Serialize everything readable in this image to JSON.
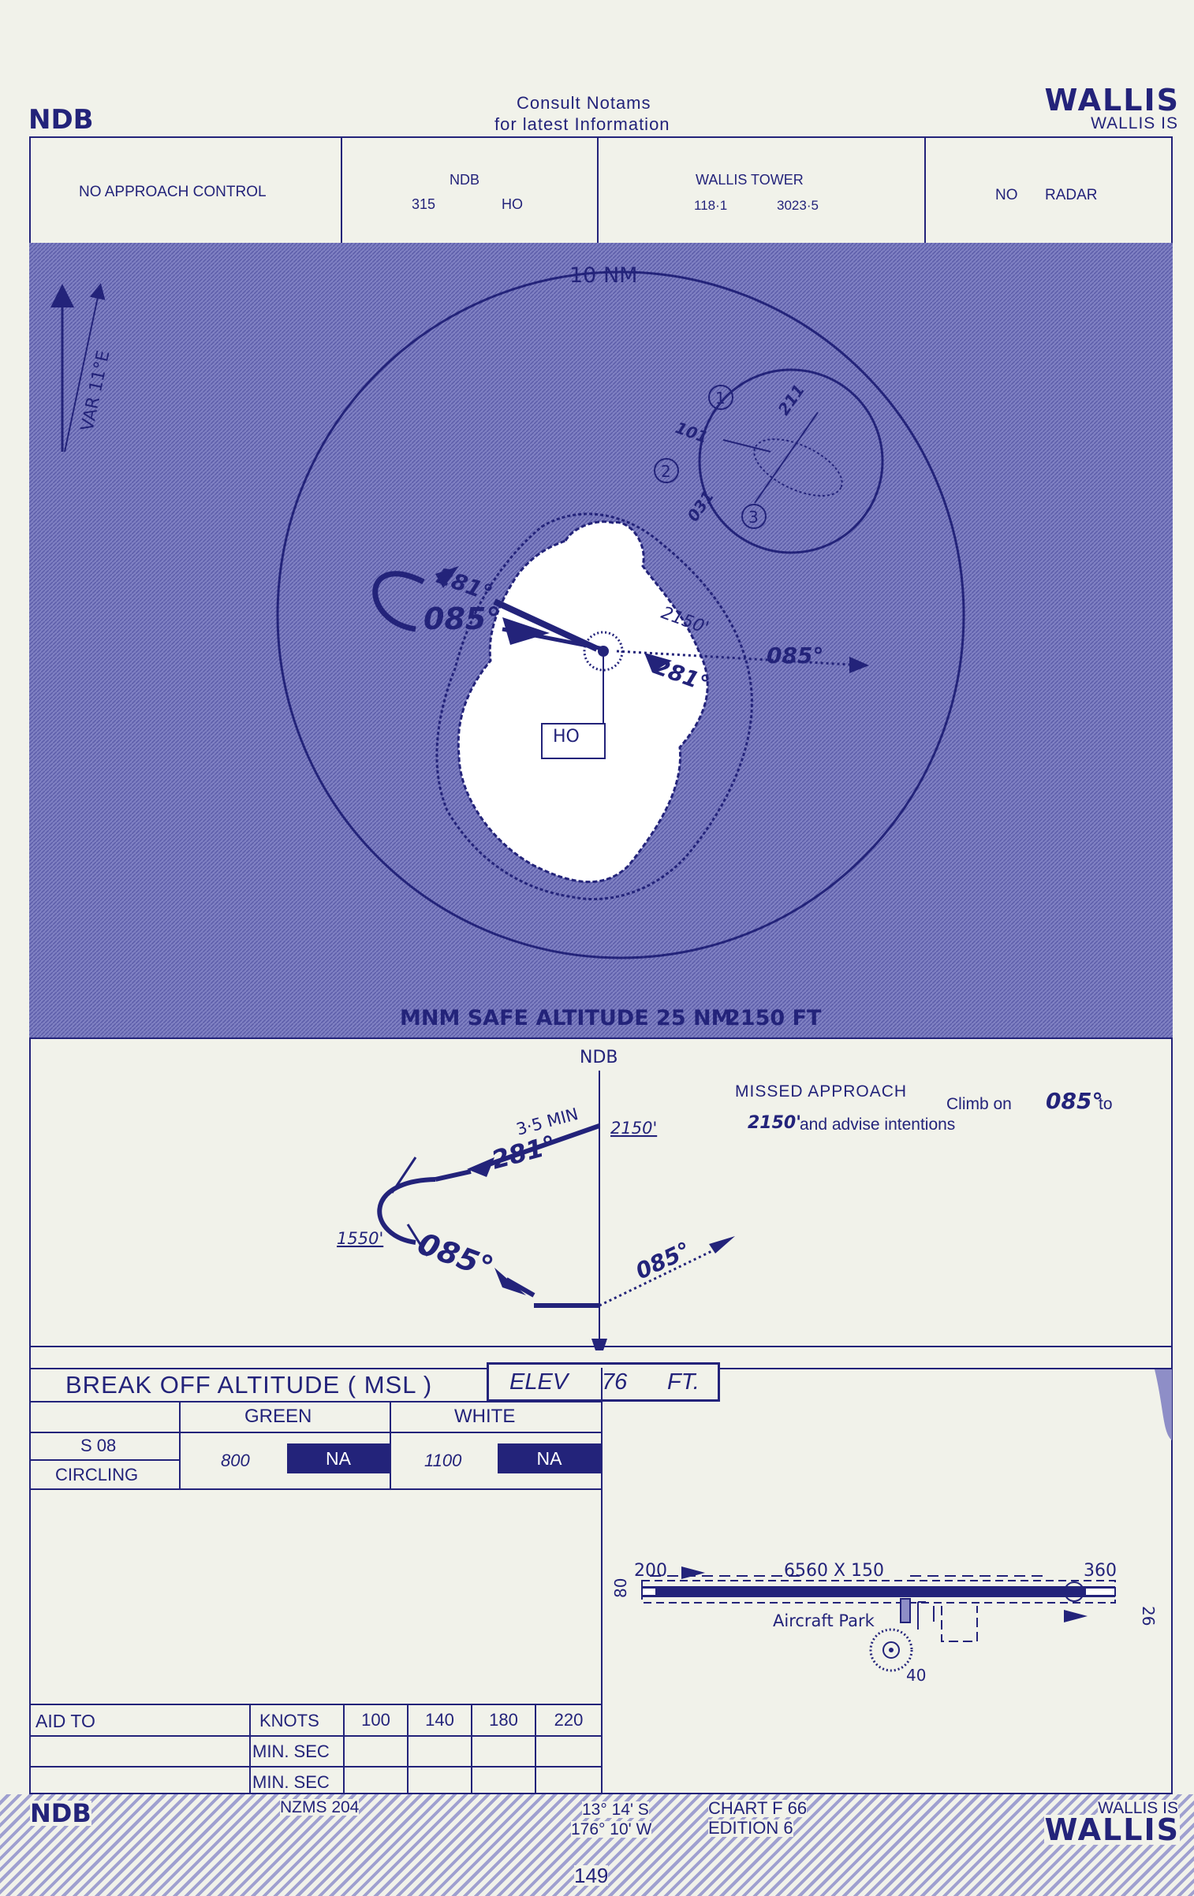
{
  "header": {
    "left_type": "NDB",
    "notice_line1": "Consult  Notams",
    "notice_line2": "for latest Information",
    "title": "WALLIS",
    "subtitle": "WALLIS IS"
  },
  "comms": {
    "approach": "NO  APPROACH  CONTROL",
    "ndb_label": "NDB",
    "ndb_freq": "315",
    "ndb_ident": "HO",
    "tower_label": "WALLIS TOWER",
    "tower_freq1": "118·1",
    "tower_freq2": "3023·5",
    "radar_no": "NO",
    "radar": "RADAR"
  },
  "plan": {
    "range_label": "10 NM",
    "var_label": "VAR 11°E",
    "msa": "MNM SAFE ALTITUDE 25 NM",
    "msa_alt": "2150 FT",
    "ndb_box": "HO",
    "inbound": "085°",
    "outbound": "281°",
    "outbound_lower": "281°",
    "missed": "085°",
    "alt": "2150'",
    "hold_in": "101",
    "hold_out": "211",
    "hold_031": "031",
    "entry1": "1",
    "entry2": "2",
    "entry3": "3"
  },
  "profile": {
    "ndb": "NDB",
    "outbound": "281°",
    "time": "3·5 MIN",
    "alt_top": "2150'",
    "alt_turn": "1550'",
    "inbound": "085°",
    "missed_track": "085°",
    "missed_title": "MISSED  APPROACH",
    "missed_climb": "Climb on",
    "missed_hdg": "085°",
    "missed_to": "to",
    "missed_alt": "2150'",
    "missed_rest": "and advise  intentions"
  },
  "minima": {
    "title": "BREAK  OFF  ALTITUDE  ( MSL )",
    "elev_label": "ELEV",
    "elev_value": "76",
    "elev_unit": "FT.",
    "green": "GREEN",
    "white": "WHITE",
    "row1": "S  08",
    "row2": "CIRCLING",
    "green_value": "800",
    "green_na": "NA",
    "white_value": "1100",
    "white_na": "NA"
  },
  "aerodrome": {
    "thr_left": "200",
    "thr_right": "360",
    "runway_dims": "6560  X  150",
    "width_left": "80",
    "width_right": "26",
    "apron": "Aircraft Park",
    "ndb_num": "40"
  },
  "timing": {
    "aid_to": "AID TO",
    "knots": "KNOTS",
    "min_sec_1": "MIN. SEC",
    "min_sec_2": "MIN. SEC",
    "speeds": [
      "100",
      "140",
      "180",
      "220"
    ]
  },
  "footer": {
    "left_type": "NDB",
    "nzms": "NZMS  204",
    "lat": "13° 14' S",
    "lon": "176° 10' W",
    "chart": "CHART  F 66",
    "edition": "EDITION  6",
    "place_small": "WALLIS IS",
    "place": "WALLIS",
    "page": "149"
  },
  "colors": {
    "ink": "#23237a",
    "paper": "#f1f2ea",
    "hatch": "#8e8ec7",
    "land": "#ffffff"
  }
}
